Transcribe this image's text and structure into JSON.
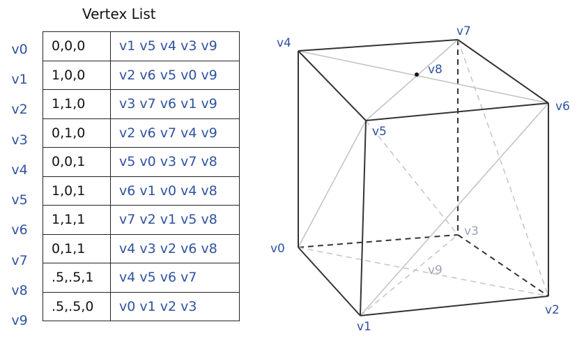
{
  "title": "Vertex List",
  "accent_color": "#2f52a0",
  "vertices": [
    {
      "name": "v0",
      "coord": "0,0,0",
      "adjacent": "v1 v5 v4 v3 v9"
    },
    {
      "name": "v1",
      "coord": "1,0,0",
      "adjacent": "v2 v6 v5 v0 v9"
    },
    {
      "name": "v2",
      "coord": "1,1,0",
      "adjacent": "v3 v7 v6 v1 v9"
    },
    {
      "name": "v3",
      "coord": "0,1,0",
      "adjacent": "v2 v6 v7 v4 v9"
    },
    {
      "name": "v4",
      "coord": "0,0,1",
      "adjacent": "v5 v0 v3 v7 v8"
    },
    {
      "name": "v5",
      "coord": "1,0,1",
      "adjacent": "v6 v1 v0 v4 v8"
    },
    {
      "name": "v6",
      "coord": "1,1,1",
      "adjacent": "v7 v2 v1 v5 v8"
    },
    {
      "name": "v7",
      "coord": "0,1,1",
      "adjacent": "v4 v3 v2 v6 v8"
    },
    {
      "name": "v8",
      "coord": ".5,.5,1",
      "adjacent": "v4 v5 v6 v7"
    },
    {
      "name": "v9",
      "coord": ".5,.5,0",
      "adjacent": "v0 v1 v2 v3"
    }
  ],
  "diagram_labels": {
    "v0": "v0",
    "v1": "v1",
    "v2": "v2",
    "v3": "v3",
    "v4": "v4",
    "v5": "v5",
    "v6": "v6",
    "v7": "v7",
    "v8": "v8",
    "v9": "v9"
  }
}
